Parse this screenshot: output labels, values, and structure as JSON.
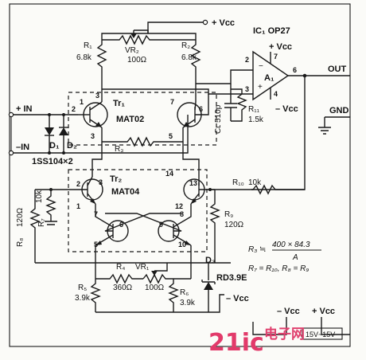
{
  "labels": {
    "vcc_top": "+ Vcc",
    "ic1": "IC₁ OP27",
    "r1": "R₁",
    "r1_val": "6.8k",
    "vr2": "VR₂",
    "vr2_val": "100Ω",
    "r2": "R₂",
    "r2_val": "6.8k",
    "op_vcc_pos": "+ Vcc",
    "op_a1": "A₁",
    "op_vcc_neg": "– Vcc",
    "out": "OUT",
    "gnd": "GND",
    "in_pos": "+ IN",
    "in_neg": "–IN",
    "tr1": "Tr₁",
    "mat02": "MAT02",
    "cl": "Cʟ 510p",
    "r11": "R₁₁",
    "r11_val": "1.5k",
    "r3": "R₃",
    "d1": "D₁",
    "d2": "D₂",
    "diode_part": "1SS104×2",
    "tr2": "Tr₂",
    "mat04": "MAT04",
    "r10": "R₁₀",
    "r10_val": "10k",
    "r7": "R₇",
    "r7_val": "10k",
    "r8": "R₈",
    "r8_val": "120Ω",
    "r9": "R₉",
    "r9_val": "120Ω",
    "r3_formula_lhs": "R₃ ≒",
    "r3_formula_num": "400 × 84.3",
    "r3_formula_den": "A",
    "r_relation": "R₇ = R₁₀, R₈ = R₉",
    "r4": "R₄",
    "r4_val": "360Ω",
    "vr1": "VR₁",
    "vr1_val": "100Ω",
    "d3": "D₃",
    "d3_val": "RD3.9E",
    "r5": "R₅",
    "r5_val": "3.9k",
    "r6": "R₆",
    "r6_val": "3.9k",
    "vcc_neg_bottom": "– Vcc",
    "supply_neg": "– Vcc",
    "supply_pos": "+ Vcc",
    "supply_range": "15V~15V"
  },
  "pins": {
    "tr1": [
      "1",
      "2",
      "3",
      "7",
      "6",
      "5"
    ],
    "tr2": [
      "2",
      "3",
      "1",
      "7",
      "6",
      "5",
      "14",
      "13",
      "12",
      "8",
      "9",
      "10"
    ],
    "op": [
      "2",
      "3",
      "7",
      "4",
      "6"
    ]
  },
  "watermark": {
    "main": "21ic",
    "cn": "电子网"
  },
  "colors": {
    "ink": "#1a1a1a",
    "watermark": "#e23a6a"
  }
}
